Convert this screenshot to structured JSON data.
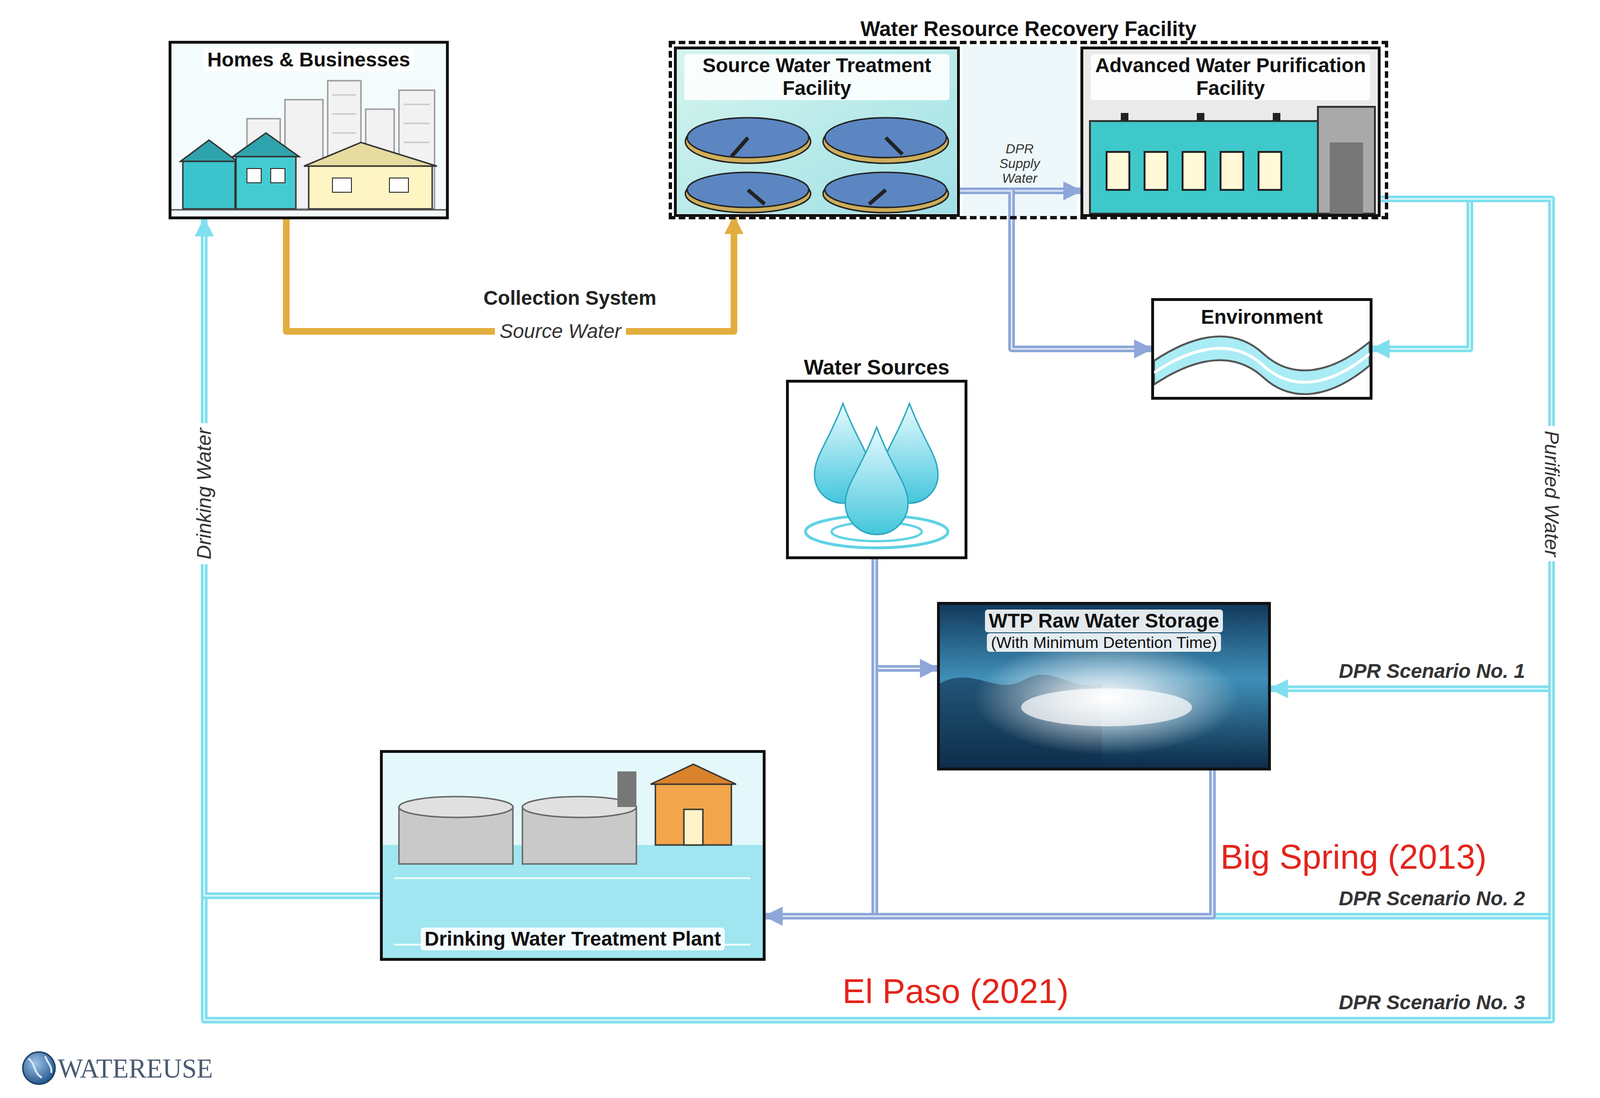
{
  "diagram": {
    "nodes": [
      {
        "text": [
          "Homes & Businesses"
        ]
      },
      {
        "text": [
          "Water Resource Recovery Facility"
        ]
      },
      {
        "text": [
          "Source Water Treatment Facility"
        ],
        "in": 1
      },
      {
        "text": [
          "Advanced Water Purification Facility"
        ],
        "in": 1
      },
      {
        "text": [
          "Environment"
        ]
      },
      {
        "text": [
          "Water Sources"
        ]
      },
      {
        "text": [
          "WTP Raw Water Storage",
          "(With Minimum Detention Time)"
        ]
      },
      {
        "text": [
          "Drinking Water Treatment Plant"
        ]
      }
    ],
    "edges": [
      {
        "from": 0,
        "to": 2,
        "arrow": "to",
        "label": "Source Water"
      },
      {
        "from": 2,
        "to": 3,
        "arrow": "to",
        "label": "DPR Supply Water"
      },
      {
        "from": 2,
        "to": 4,
        "arrow": "to"
      },
      {
        "from": 3,
        "to": 4,
        "arrow": "to"
      },
      {
        "from": 3,
        "to": 6,
        "arrow": "to",
        "label": "DPR Scenario No. 1"
      },
      {
        "from": 3,
        "to": 7,
        "arrow": "to",
        "label": "DPR Scenario No. 2"
      },
      {
        "from": 3,
        "to": 0,
        "arrow": "to",
        "label": "DPR Scenario No. 3"
      },
      {
        "from": 5,
        "to": 6,
        "arrow": "to"
      },
      {
        "from": 5,
        "to": 7,
        "arrow": "to"
      },
      {
        "from": 6,
        "to": 7,
        "arrow": "to"
      },
      {
        "from": 7,
        "to": 0,
        "arrow": "to",
        "label": "Drinking Water"
      }
    ],
    "labels": [
      "Collection System",
      "Purified Water",
      "Big Spring (2013)",
      "El Paso (2021)",
      "WATEREUSE"
    ]
  }
}
